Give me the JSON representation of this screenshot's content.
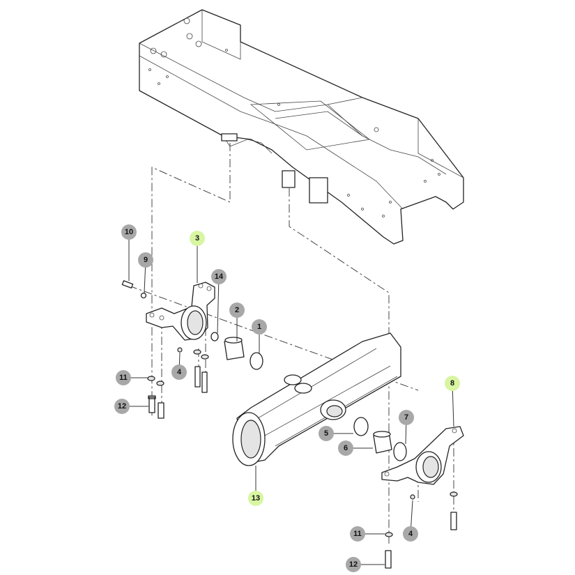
{
  "diagram": {
    "callouts": [
      {
        "label": "10",
        "highlighted": false
      },
      {
        "label": "9",
        "highlighted": false
      },
      {
        "label": "3",
        "highlighted": true
      },
      {
        "label": "14",
        "highlighted": false
      },
      {
        "label": "2",
        "highlighted": false
      },
      {
        "label": "1",
        "highlighted": false
      },
      {
        "label": "4",
        "highlighted": false
      },
      {
        "label": "11",
        "highlighted": false
      },
      {
        "label": "12",
        "highlighted": false
      },
      {
        "label": "13",
        "highlighted": true
      },
      {
        "label": "5",
        "highlighted": false
      },
      {
        "label": "6",
        "highlighted": false
      },
      {
        "label": "7",
        "highlighted": false
      },
      {
        "label": "8",
        "highlighted": true
      },
      {
        "label": "4",
        "highlighted": false
      },
      {
        "label": "11",
        "highlighted": false
      },
      {
        "label": "12",
        "highlighted": false
      }
    ],
    "colors": {
      "callout": "#a8a8a8",
      "highlight": "#d8f5a2"
    }
  }
}
